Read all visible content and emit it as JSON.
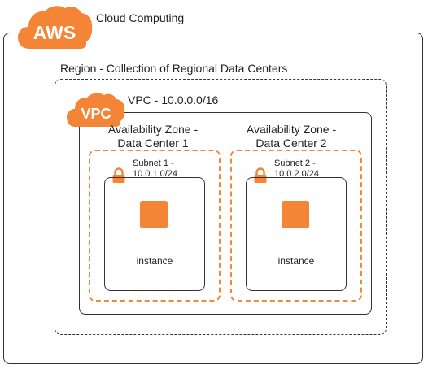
{
  "cloud": {
    "logo_text": "AWS",
    "title": "Cloud Computing"
  },
  "region": {
    "title": "Region - Collection of Regional Data Centers"
  },
  "vpc": {
    "logo_text": "VPC",
    "title": "VPC - 10.0.0.0/16"
  },
  "zones": [
    {
      "label_line1": "Availability Zone -",
      "label_line2": "Data Center 1",
      "subnet_line1": "Subnet 1 -",
      "subnet_line2": "10.0.1.0/24",
      "instance_label": "instance"
    },
    {
      "label_line1": "Availability Zone -",
      "label_line2": "Data Center 2",
      "subnet_line1": "Subnet 2 -",
      "subnet_line2": "10.0.2.0/24",
      "instance_label": "instance"
    }
  ],
  "colors": {
    "aws_orange": "#f58536",
    "subnet_border": "#f08a3b",
    "line": "#333333"
  },
  "icons": [
    "aws-cloud-icon",
    "vpc-cloud-icon",
    "lock-icon",
    "instance-icon"
  ]
}
